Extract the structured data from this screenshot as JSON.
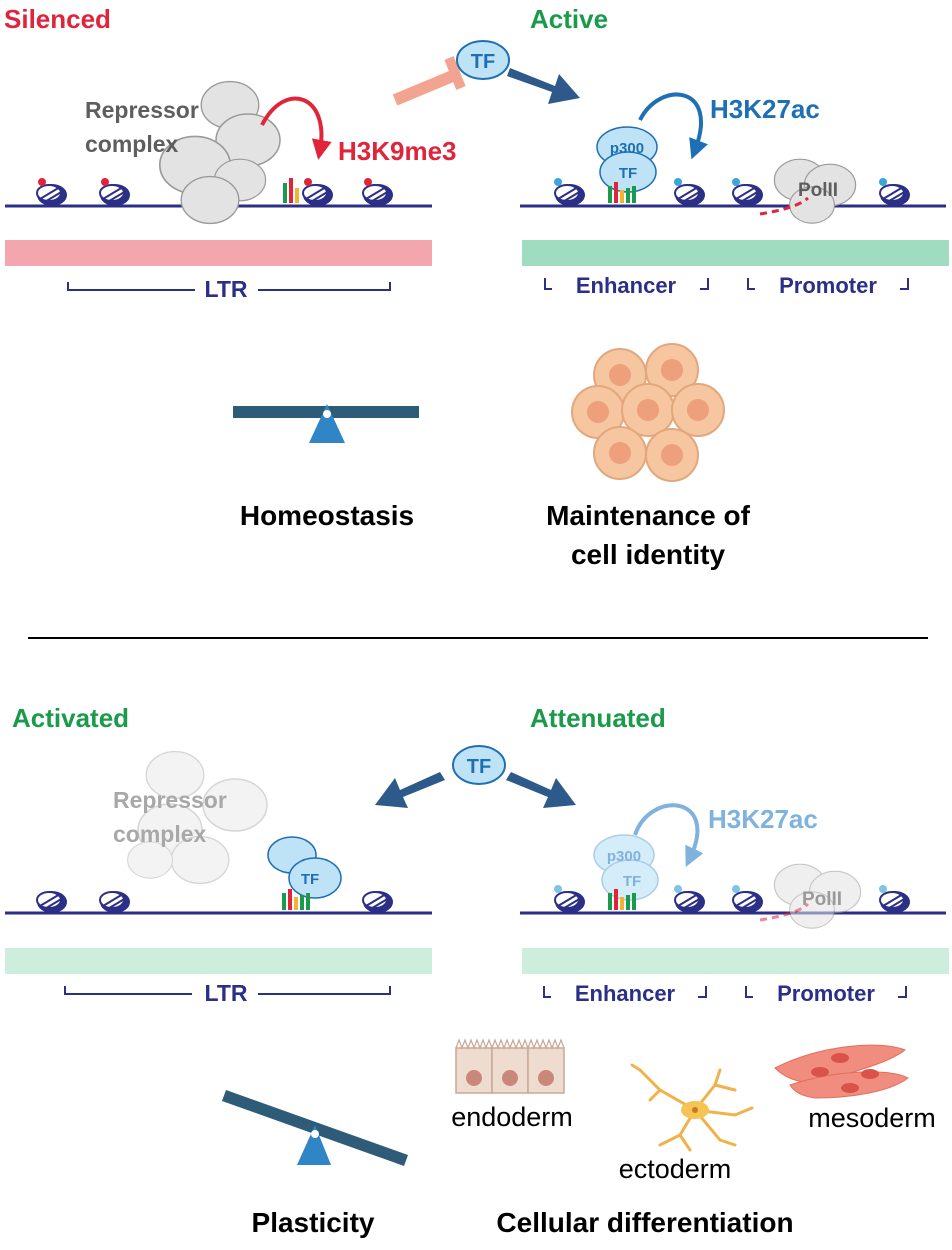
{
  "colors": {
    "silenced": "#e0253a",
    "active": "#1a9a4a",
    "dna": "#2b2f86",
    "tf_blue": "#1f6fb5",
    "light_blue": "#7fb3dd",
    "repressor_gray": "#5e5e5e",
    "repressor_faded": "#a8a8a8",
    "silenced_bar": "#f4a6ae",
    "active_bar": "#9fdcc0",
    "attenuated_bar": "#cdeedd",
    "seesaw": "#2e5b78"
  },
  "top": {
    "silenced_label": "Silenced",
    "active_label": "Active",
    "tf_label": "TF",
    "repressor_line1": "Repressor",
    "repressor_line2": "complex",
    "h3k9me3": "H3K9me3",
    "h3k27ac": "H3K27ac",
    "p300": "p300",
    "tf_small": "TF",
    "polii": "PolII",
    "ltr": "LTR",
    "enhancer": "Enhancer",
    "promoter": "Promoter",
    "homeostasis": "Homeostasis",
    "maintenance_line1": "Maintenance of",
    "maintenance_line2": "cell identity"
  },
  "bottom": {
    "activated_label": "Activated",
    "attenuated_label": "Attenuated",
    "tf_label": "TF",
    "repressor_line1": "Repressor",
    "repressor_line2": "complex",
    "tf_small": "TF",
    "h3k27ac": "H3K27ac",
    "p300": "p300",
    "tf_small2": "TF",
    "polii": "PolII",
    "ltr": "LTR",
    "enhancer": "Enhancer",
    "promoter": "Promoter",
    "endoderm": "endoderm",
    "ectoderm": "ectoderm",
    "mesoderm": "mesoderm",
    "plasticity": "Plasticity",
    "differentiation": "Cellular differentiation"
  }
}
